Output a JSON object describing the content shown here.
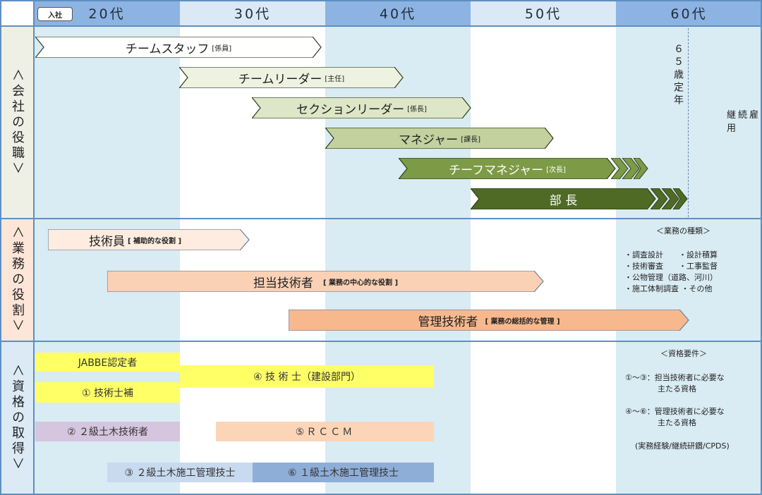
{
  "header": {
    "badge": "入社",
    "ages": [
      "20代",
      "30代",
      "40代",
      "50代",
      "60代"
    ]
  },
  "sections": {
    "company": "＜会社の役職＞",
    "work": "＜業務の役割＞",
    "qual": "＜資格の取得＞"
  },
  "positions": [
    {
      "label": "チームスタッフ",
      "sub": "[係員]"
    },
    {
      "label": "チームリーダー",
      "sub": "[主任]"
    },
    {
      "label": "セクションリーダー",
      "sub": "[係長]"
    },
    {
      "label": "マネジャー",
      "sub": "[課長]"
    },
    {
      "label": "チーフマネジャー",
      "sub": "[次長]"
    },
    {
      "label": "部 長",
      "sub": ""
    }
  ],
  "retire": {
    "vertical": "６５歳定年",
    "continued": "継続雇用"
  },
  "roles": [
    {
      "label": "技術員",
      "sub": "[ 補助的な役割 ]"
    },
    {
      "label": "担当技術者",
      "sub": "[ 業務の中心的な役割 ]"
    },
    {
      "label": "管理技術者",
      "sub": "[ 業務の総括的な管理 ]"
    }
  ],
  "work_types": {
    "title": "＜業務の種類＞",
    "lines": [
      "・調査設計　　・設計積算",
      "・技術審査　　・工事監督",
      "・公物管理（道路、河川）",
      "・施工体制調査 ・その他"
    ]
  },
  "quals": {
    "jabbe": "JABBE認定者",
    "q1": "① 技術士補",
    "q2": "② ２級土木技術者",
    "q3": "③ ２級土木施工管理技士",
    "q4": "④ 技 術 士（建設部門）",
    "q5": "⑤ＲＣＣＭ",
    "q6": "⑥ １級土木施工管理技士"
  },
  "qual_req": {
    "title": "＜資格要件＞",
    "a1": "①～③：担当技術者に必要な",
    "a2": "主たる資格",
    "b1": "④～⑥：管理技術者に必要な",
    "b2": "主たる資格",
    "note": "(実務経験/継続研鑽/CPDS)"
  },
  "colors": {
    "header_a": "#8db3e2",
    "header_b": "#dbe8f5",
    "col_a": "#d9ebf3",
    "col_b": "#ffffff",
    "sidebar_company": "#eef0e6",
    "sidebar_work": "#fde6d8",
    "sidebar_qual": "#dbeaf4",
    "pos_fills": [
      "#ffffff",
      "#eef2e0",
      "#dde6c6",
      "#c2d19d",
      "#7d9a46",
      "#4e6a24"
    ],
    "role_fills": [
      "#fdecdf",
      "#fad1b5",
      "#f7b88e"
    ],
    "yellow": "#ffff66",
    "purple": "#d6c5df",
    "peach": "#fcd5b8",
    "lightblue": "#c8daee",
    "midblue": "#8eaed7",
    "grid": "#5f8fc0"
  }
}
